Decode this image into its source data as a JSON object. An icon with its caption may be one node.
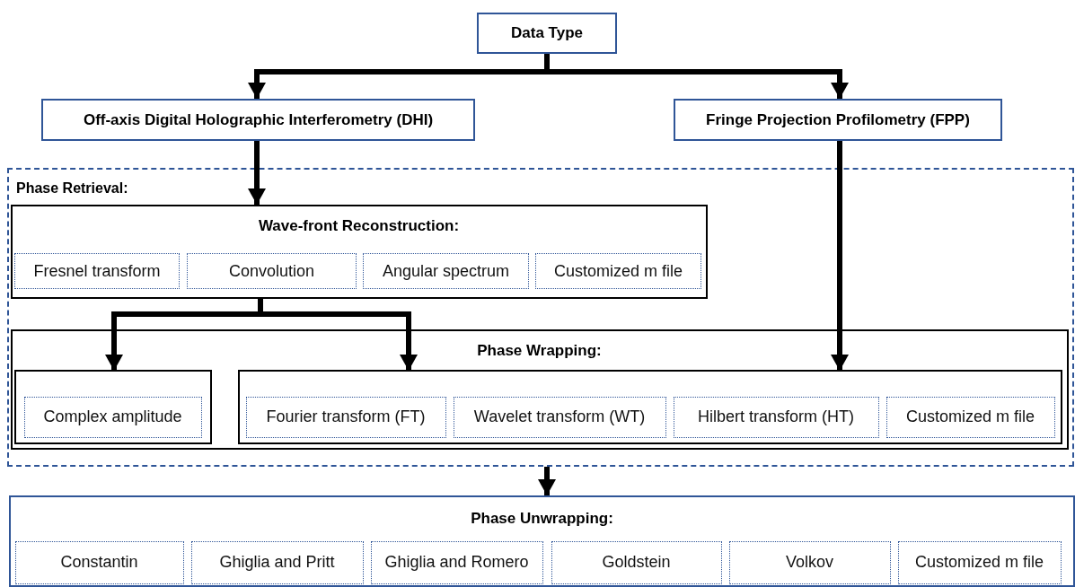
{
  "diagram": {
    "nodes": [
      {
        "text": [
          "Data Type"
        ]
      },
      {
        "text": [
          "Off-axis Digital Holographic Interferometry (DHI)"
        ]
      },
      {
        "text": [
          "Fringe Projection Profilometry (FPP)"
        ]
      },
      {
        "text": [
          "Phase Retrieval:"
        ]
      },
      {
        "text": [
          "Wave-front Reconstruction:"
        ],
        "in": 3
      },
      {
        "text": [
          "Fresnel transform"
        ],
        "in": 4
      },
      {
        "text": [
          "Convolution"
        ],
        "in": 4
      },
      {
        "text": [
          "Angular spectrum"
        ],
        "in": 4
      },
      {
        "text": [
          "Customized m file"
        ],
        "in": 4
      },
      {
        "text": [
          "Phase Wrapping:"
        ],
        "in": 3
      },
      {
        "text": [],
        "shape": "box",
        "in": 9
      },
      {
        "text": [
          "Complex amplitude"
        ],
        "in": 10
      },
      {
        "text": [],
        "shape": "box",
        "in": 9
      },
      {
        "text": [
          "Fourier transform (FT)"
        ],
        "in": 12
      },
      {
        "text": [
          "Wavelet transform (WT)"
        ],
        "in": 12
      },
      {
        "text": [
          "Hilbert transform (HT)"
        ],
        "in": 12
      },
      {
        "text": [
          "Customized m file"
        ],
        "in": 12
      },
      {
        "text": [
          "Phase Unwrapping:"
        ]
      },
      {
        "text": [
          "Constantin"
        ],
        "in": 17
      },
      {
        "text": [
          "Ghiglia and Pritt"
        ],
        "in": 17
      },
      {
        "text": [
          "Ghiglia and Romero"
        ],
        "in": 17
      },
      {
        "text": [
          "Goldstein"
        ],
        "in": 17
      },
      {
        "text": [
          "Volkov"
        ],
        "in": 17
      },
      {
        "text": [
          "Customized m file"
        ],
        "in": 17
      }
    ],
    "edges": [
      {
        "from": 0,
        "to": 1,
        "arrow": "to"
      },
      {
        "from": 0,
        "to": 2,
        "arrow": "to"
      },
      {
        "from": 1,
        "to": 4,
        "arrow": "to"
      },
      {
        "from": 2,
        "to": 12,
        "arrow": "to"
      },
      {
        "from": 4,
        "to": 10,
        "arrow": "to"
      },
      {
        "from": 4,
        "to": 12,
        "arrow": "to"
      },
      {
        "from": 3,
        "to": 17,
        "arrow": "to"
      }
    ]
  }
}
